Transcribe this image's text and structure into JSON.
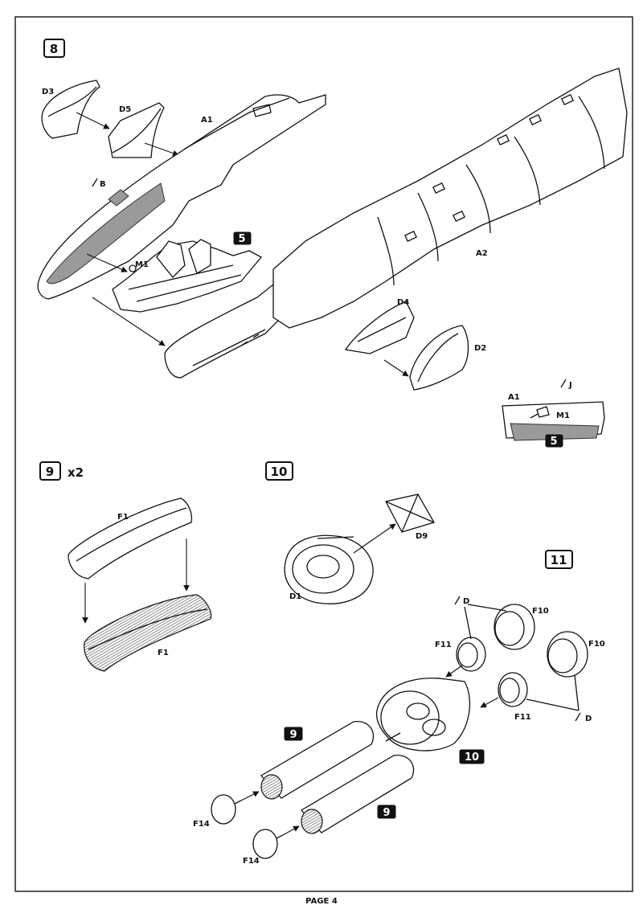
{
  "page": {
    "footer": "PAGE 4"
  },
  "steps": {
    "s8": {
      "number": "8",
      "labels": {
        "d3": "D3",
        "d5": "D5",
        "a1": "A1",
        "b": "B",
        "m1": "M1",
        "a2": "A2",
        "d4": "D4",
        "d2": "D2",
        "inset_a1": "A1",
        "inset_j": "J",
        "inset_m1": "M1"
      },
      "subassembly_ref": "5",
      "inset_ref": "5"
    },
    "s9": {
      "number": "9",
      "multiplier": "x2",
      "labels": {
        "f1_top": "F1",
        "f1_bottom": "F1"
      }
    },
    "s10": {
      "number": "10",
      "labels": {
        "d1": "D1",
        "d9": "D9"
      }
    },
    "s11": {
      "number": "11",
      "labels": {
        "d_top": "D",
        "f10_a": "F10",
        "f11_a": "F11",
        "f10_b": "F10",
        "f11_b": "F11",
        "d_bottom": "D",
        "f14_a": "F14",
        "f14_b": "F14"
      },
      "ref_9a": "9",
      "ref_9b": "9",
      "ref_10": "10"
    }
  },
  "colors": {
    "ink": "#111111",
    "paint_grey": "#9a9a9a"
  },
  "icons": {
    "paint": "paint-brush-icon"
  }
}
